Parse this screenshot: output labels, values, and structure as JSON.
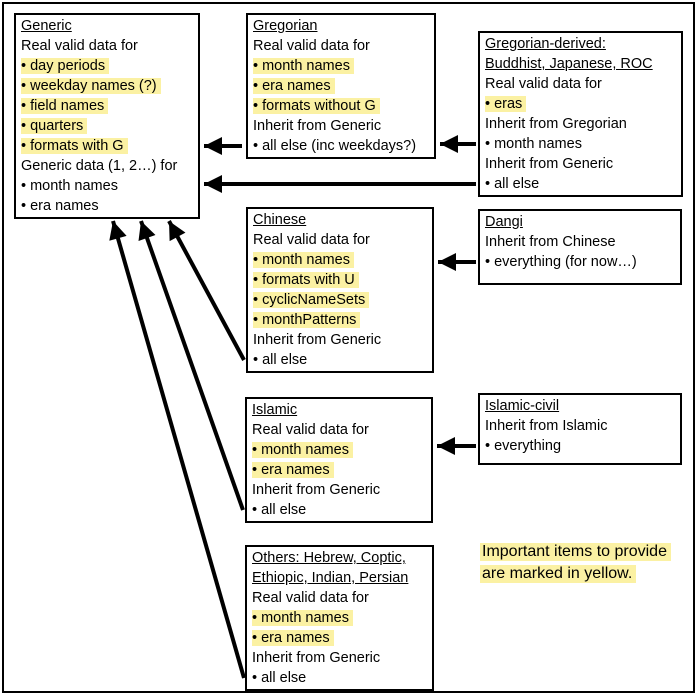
{
  "colors": {
    "highlight": "#FBF1A3",
    "border": "#000000",
    "background": "#FFFFFF",
    "text": "#000000",
    "arrow": "#000000"
  },
  "boxes": [
    {
      "id": "generic",
      "title": [
        "Generic"
      ],
      "lines": [
        {
          "t": "Real valid data for",
          "hl": false
        },
        {
          "t": "• day periods",
          "hl": true
        },
        {
          "t": "• weekday names (?)",
          "hl": true
        },
        {
          "t": "• field names",
          "hl": true
        },
        {
          "t": "• quarters",
          "hl": true
        },
        {
          "t": "• formats with G",
          "hl": true
        },
        {
          "t": "Generic data (1, 2…) for",
          "hl": false
        },
        {
          "t": "• month names",
          "hl": false
        },
        {
          "t": "• era names",
          "hl": false
        }
      ]
    },
    {
      "id": "gregorian",
      "title": [
        "Gregorian"
      ],
      "lines": [
        {
          "t": "Real valid data for",
          "hl": false
        },
        {
          "t": "• month names",
          "hl": true
        },
        {
          "t": "• era names",
          "hl": true
        },
        {
          "t": "• formats without G",
          "hl": true
        },
        {
          "t": "Inherit from Generic",
          "hl": false
        },
        {
          "t": "• all else (inc weekdays?)",
          "hl": false
        }
      ]
    },
    {
      "id": "gregorian-derived",
      "title": [
        "Gregorian-derived:",
        "Buddhist, Japanese, ROC"
      ],
      "lines": [
        {
          "t": "Real valid data for",
          "hl": false
        },
        {
          "t": "• eras",
          "hl": true
        },
        {
          "t": "Inherit from Gregorian",
          "hl": false
        },
        {
          "t": "• month names",
          "hl": false
        },
        {
          "t": "Inherit from Generic",
          "hl": false
        },
        {
          "t": "• all else",
          "hl": false
        }
      ]
    },
    {
      "id": "chinese",
      "title": [
        "Chinese"
      ],
      "lines": [
        {
          "t": "Real valid data for",
          "hl": false
        },
        {
          "t": "• month names",
          "hl": true
        },
        {
          "t": "• formats with U",
          "hl": true
        },
        {
          "t": "• cyclicNameSets",
          "hl": true
        },
        {
          "t": "• monthPatterns",
          "hl": true
        },
        {
          "t": "Inherit from Generic",
          "hl": false
        },
        {
          "t": "• all else",
          "hl": false
        }
      ]
    },
    {
      "id": "dangi",
      "title": [
        "Dangi"
      ],
      "lines": [
        {
          "t": "Inherit from Chinese",
          "hl": false
        },
        {
          "t": "• everything (for now…)",
          "hl": false
        }
      ]
    },
    {
      "id": "islamic",
      "title": [
        "Islamic"
      ],
      "lines": [
        {
          "t": "Real valid data for",
          "hl": false
        },
        {
          "t": "• month names",
          "hl": true
        },
        {
          "t": "• era names",
          "hl": true
        },
        {
          "t": "Inherit from Generic",
          "hl": false
        },
        {
          "t": "• all else",
          "hl": false
        }
      ]
    },
    {
      "id": "islamic-civil",
      "title": [
        "Islamic-civil"
      ],
      "lines": [
        {
          "t": "Inherit from Islamic",
          "hl": false
        },
        {
          "t": "• everything",
          "hl": false
        }
      ]
    },
    {
      "id": "others",
      "title": [
        "Others: Hebrew, Coptic,",
        "Ethiopic, Indian, Persian"
      ],
      "lines": [
        {
          "t": "Real valid data for",
          "hl": false
        },
        {
          "t": "• month names",
          "hl": true
        },
        {
          "t": "• era names",
          "hl": true
        },
        {
          "t": "Inherit from Generic",
          "hl": false
        },
        {
          "t": "• all else",
          "hl": false
        }
      ]
    }
  ],
  "note": {
    "lines": [
      "Important items to provide",
      "are marked in yellow."
    ]
  },
  "arrows": [
    {
      "from": "gregorian",
      "to": "generic"
    },
    {
      "from": "gregorian-derived",
      "to": "gregorian"
    },
    {
      "from": "gregorian-derived",
      "to": "generic"
    },
    {
      "from": "dangi",
      "to": "chinese"
    },
    {
      "from": "islamic-civil",
      "to": "islamic"
    },
    {
      "from": "chinese",
      "to": "generic"
    },
    {
      "from": "islamic",
      "to": "generic"
    },
    {
      "from": "others",
      "to": "generic"
    }
  ]
}
